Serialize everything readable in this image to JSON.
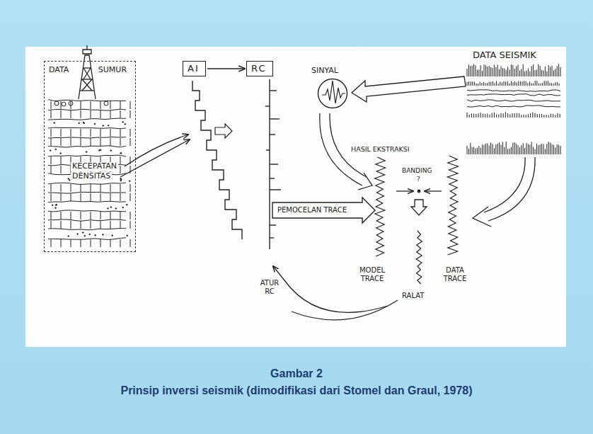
{
  "diagram": {
    "title": "Gambar 2",
    "caption": "Prinsip inversi seismik (dimodifikasi dari Stomel dan Graul, 1978)",
    "nodes": [
      {
        "text": [
          "DATA SUMUR"
        ]
      },
      {
        "text": [
          "AI"
        ]
      },
      {
        "text": [
          "RC"
        ]
      },
      {
        "text": [
          "SINYAL"
        ]
      }
    ],
    "edges": [
      {
        "from": 1,
        "to": 2,
        "arrow": "to"
      }
    ],
    "labels": [
      "KECEPATAN",
      "DENSITAS",
      "DATA SEISMIK",
      "HASIL EKSTRAKSI",
      "PEMOCELAN TRACE",
      "BANDING",
      "?",
      "MODEL TRACE",
      "DATA TRACE",
      "ATUR RC",
      "RALAT"
    ]
  }
}
